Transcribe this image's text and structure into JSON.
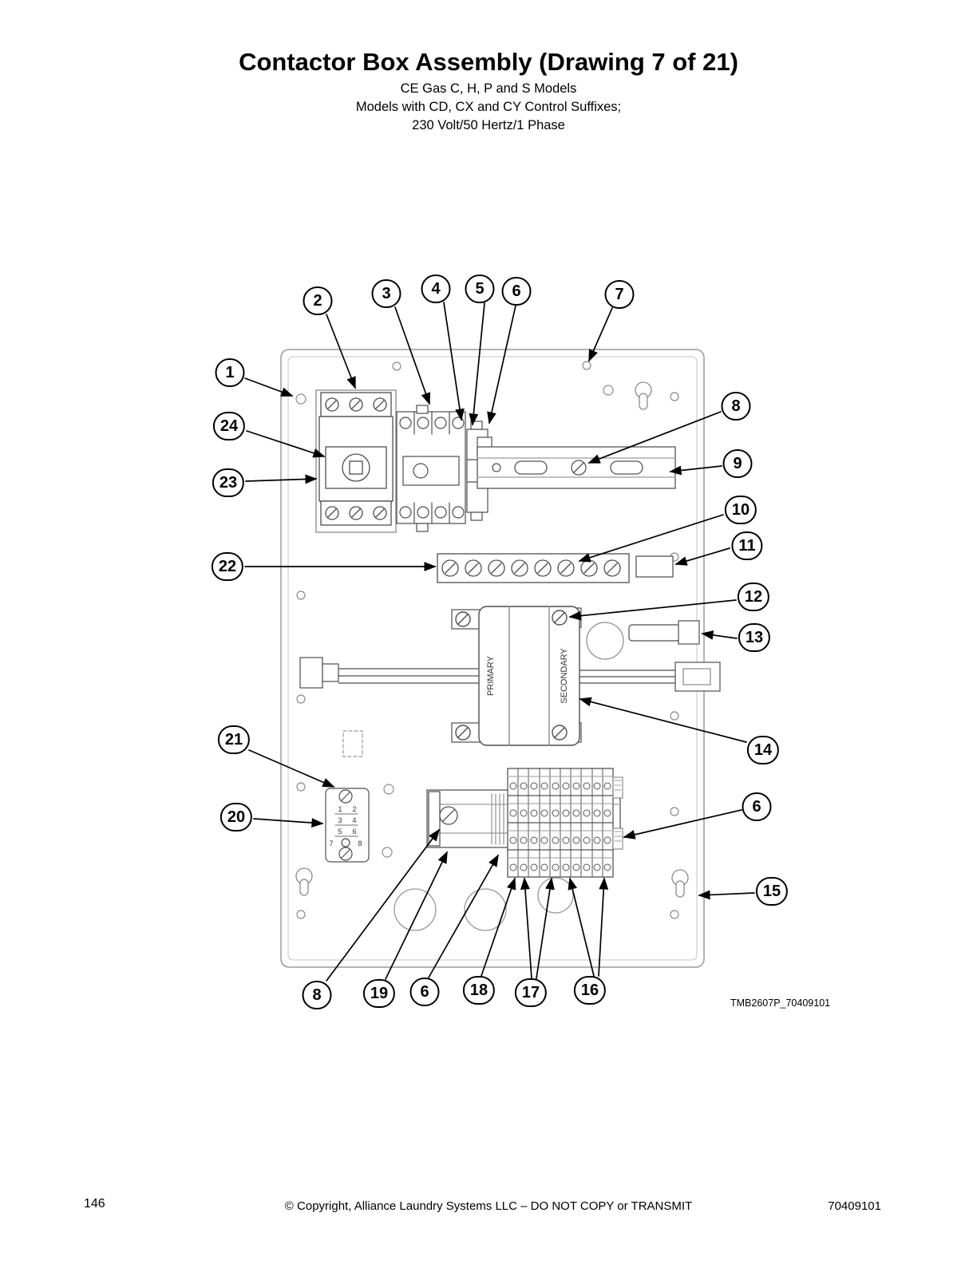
{
  "page": {
    "title": "Contactor Box Assembly (Drawing 7 of 21)",
    "subtitles": [
      "CE Gas C, H, P and S Models",
      "Models with CD, CX and CY Control Suffixes;",
      "230 Volt/50 Hertz/1 Phase"
    ]
  },
  "drawing": {
    "reference_code": "TMB2607P_70409101",
    "transformer": {
      "primary_label": "PRIMARY",
      "secondary_label": "SECONDARY"
    },
    "relay_pins": [
      "1",
      "2",
      "3",
      "4",
      "5",
      "6",
      "7",
      "8"
    ],
    "callouts": [
      {
        "label": "1"
      },
      {
        "label": "2"
      },
      {
        "label": "3"
      },
      {
        "label": "4"
      },
      {
        "label": "5"
      },
      {
        "label": "6"
      },
      {
        "label": "7"
      },
      {
        "label": "8"
      },
      {
        "label": "9"
      },
      {
        "label": "10"
      },
      {
        "label": "11"
      },
      {
        "label": "12"
      },
      {
        "label": "13"
      },
      {
        "label": "14"
      },
      {
        "label": "15"
      },
      {
        "label": "16"
      },
      {
        "label": "17"
      },
      {
        "label": "18"
      },
      {
        "label": "19"
      },
      {
        "label": "20"
      },
      {
        "label": "21"
      },
      {
        "label": "22"
      },
      {
        "label": "23"
      },
      {
        "label": "24"
      },
      {
        "label": "6"
      },
      {
        "label": "6"
      },
      {
        "label": "8"
      }
    ]
  },
  "footer": {
    "page_number": "146",
    "copyright": "© Copyright, Alliance Laundry Systems LLC – DO NOT COPY or TRANSMIT",
    "document_number": "70409101"
  }
}
